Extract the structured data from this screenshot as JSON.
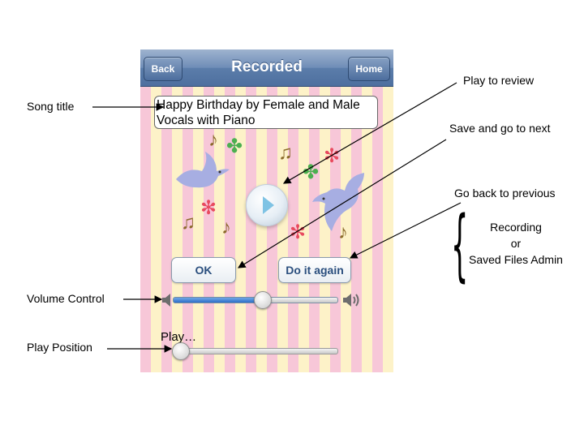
{
  "annotations": {
    "song_title": "Song title",
    "play_to_review": "Play to review",
    "save_and_next": "Save and go to next",
    "go_back": "Go back to previous",
    "recording": "Recording",
    "or": "or",
    "saved_files_admin": "Saved Files Admin",
    "volume_control": "Volume Control",
    "play_position": "Play Position"
  },
  "app": {
    "nav": {
      "title": "Recorded",
      "back_label": "Back",
      "home_label": "Home"
    },
    "song_title": "Happy Birthday by Female and Male Vocals with Piano",
    "ok_label": "OK",
    "again_label": "Do it again",
    "play_label": "Play…",
    "volume_level": 0.55,
    "play_position": 0.0
  },
  "colors": {
    "stripe_pink": "#f7c7d8",
    "stripe_yellow": "#fdf2c8",
    "nav_blue": "#5b7daa",
    "button_text": "#2b4f7e",
    "volume_fill": "#2d6fc9"
  },
  "icons": [
    "play-icon",
    "speaker-low-icon",
    "speaker-high-icon",
    "bird-icon",
    "music-note-icon",
    "flower-icon"
  ]
}
